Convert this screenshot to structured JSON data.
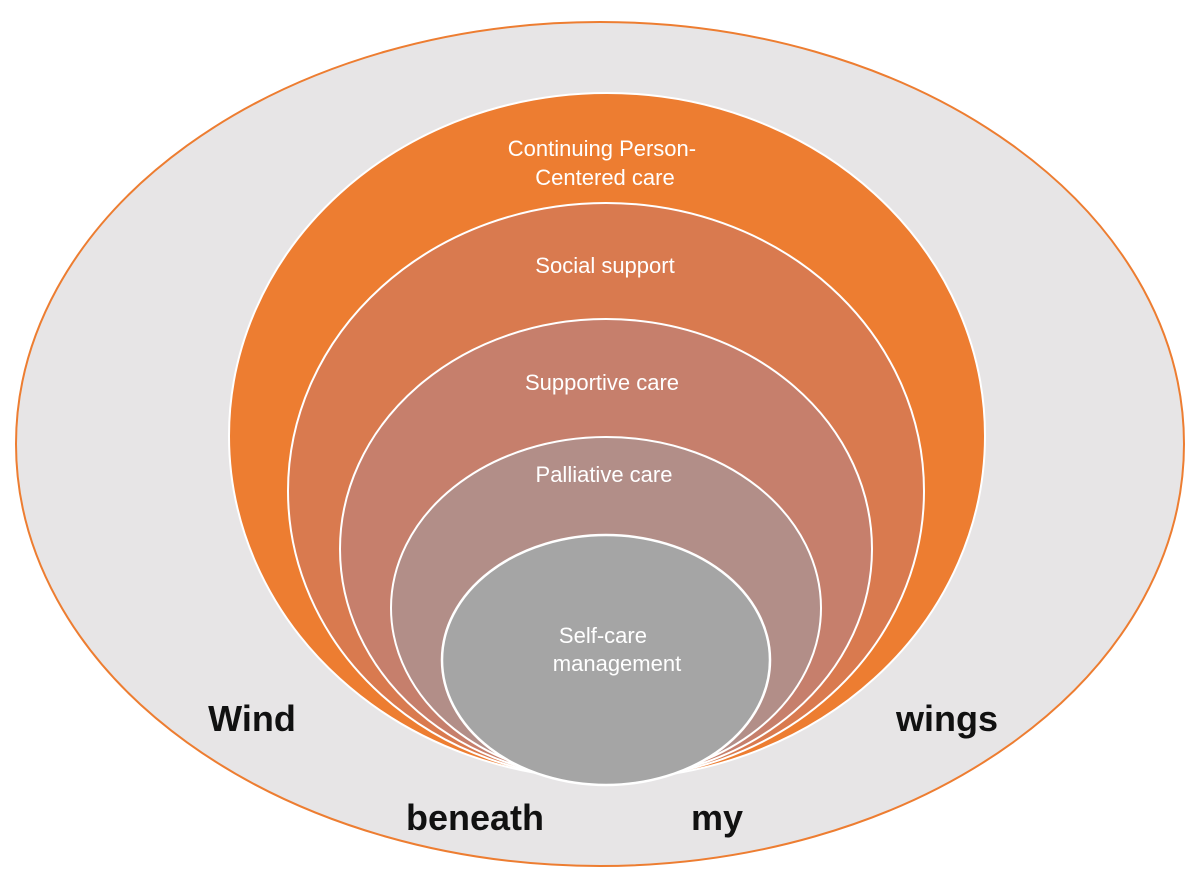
{
  "layers": [
    {
      "label_lines": [
        "Continuing Person-",
        "Centered care"
      ],
      "color": "#ed7d31"
    },
    {
      "label_lines": [
        "Social support"
      ],
      "color": "#d97a4f"
    },
    {
      "label_lines": [
        "Supportive care"
      ],
      "color": "#c67f6c"
    },
    {
      "label_lines": [
        "Palliative care"
      ],
      "color": "#b28e88"
    },
    {
      "label_lines": [
        "Self-care",
        "management"
      ],
      "color": "#a5a5a5"
    }
  ],
  "outer": {
    "fill_color": "#e7e5e6",
    "border_color": "#ed7d31",
    "words": [
      "Wind",
      "beneath",
      "my",
      "wings"
    ]
  }
}
